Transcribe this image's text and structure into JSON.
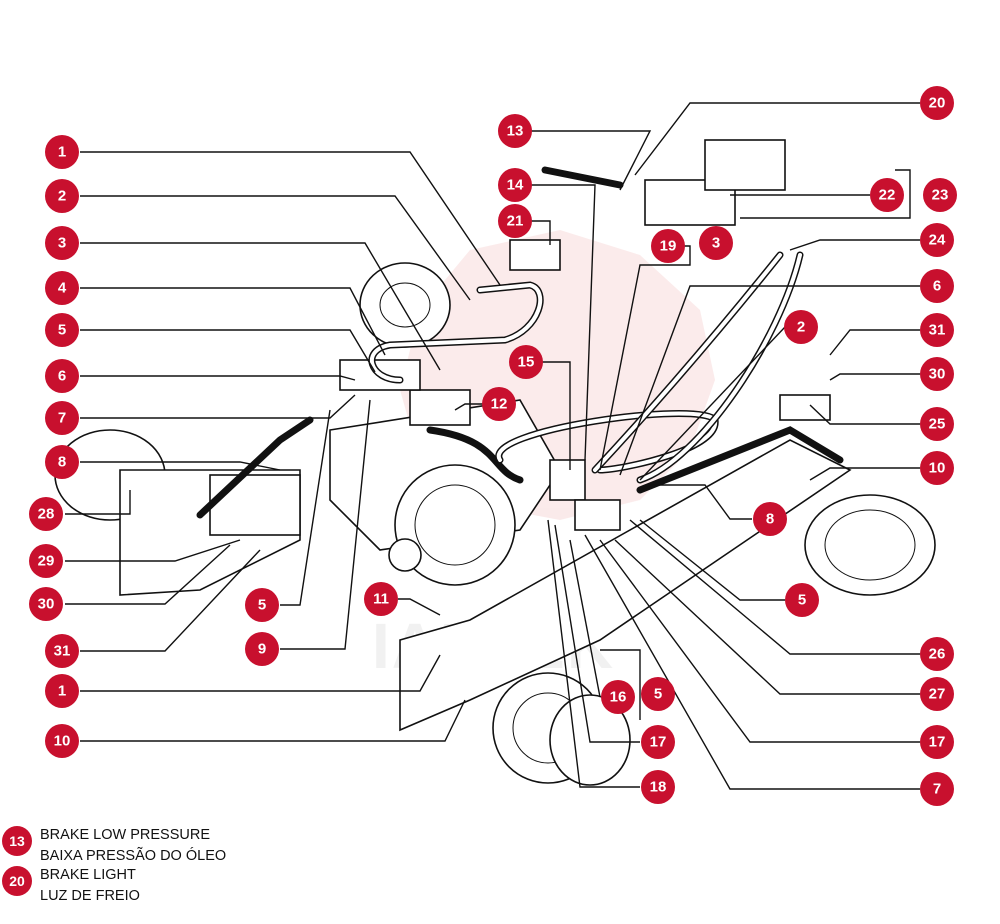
{
  "colors": {
    "badge": "#c8102e",
    "line": "#111111",
    "watermark": "#f3c6c6"
  },
  "watermark": {
    "text": "IAFTEK"
  },
  "callouts": [
    "1",
    "2",
    "3",
    "4",
    "5",
    "6",
    "7",
    "8",
    "28",
    "29",
    "30",
    "31",
    "5",
    "9",
    "1",
    "10",
    "11",
    "13",
    "14",
    "21",
    "19",
    "3",
    "15",
    "12",
    "20",
    "22",
    "23",
    "24",
    "6",
    "2",
    "31",
    "30",
    "25",
    "10",
    "8",
    "5",
    "26",
    "27",
    "17",
    "7",
    "16",
    "5",
    "17",
    "18"
  ],
  "legend": [
    {
      "number": "13",
      "lines": [
        "BRAKE LOW PRESSURE",
        "BAIXA PRESSÃO DO ÓLEO"
      ]
    },
    {
      "number": "20",
      "lines": [
        "BRAKE LIGHT",
        "LUZ DE FREIO"
      ]
    }
  ]
}
